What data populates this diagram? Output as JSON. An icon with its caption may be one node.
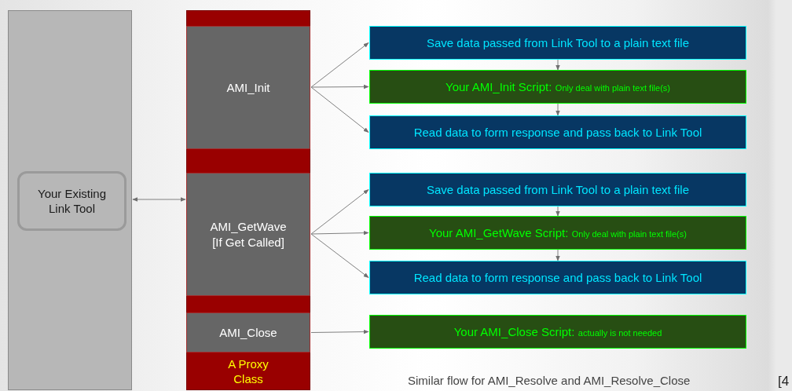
{
  "diagram": {
    "nodes": [
      {
        "text": [],
        "shape": "box"
      },
      {
        "text": [
          "Your Existing Link Tool"
        ],
        "in": 0
      },
      {
        "text": [
          "A Proxy Class"
        ]
      },
      {
        "text": [
          "AMI_Init"
        ],
        "in": 2
      },
      {
        "text": [
          "AMI_GetWave [If Get Called]"
        ],
        "in": 2
      },
      {
        "text": [
          "AMI_Close"
        ],
        "in": 2
      },
      {
        "text": [
          "Save data passed from Link Tool to a plain text file"
        ]
      },
      {
        "text": [
          "Your AMI_Init Script:",
          "Only deal with plain text file(s)"
        ]
      },
      {
        "text": [
          "Read data to form response and pass back to Link Tool"
        ]
      },
      {
        "text": [
          "Save data passed from Link Tool to a plain text file"
        ]
      },
      {
        "text": [
          "Your AMI_GetWave Script:",
          "Only deal with plain text file(s)"
        ]
      },
      {
        "text": [
          "Read data to form response and pass back to Link Tool"
        ]
      },
      {
        "text": [
          "Your AMI_Close Script:",
          "actually is not needed"
        ]
      }
    ],
    "edges": [
      {
        "from": 0,
        "to": 4,
        "arrow": "both"
      },
      {
        "from": 3,
        "to": 6,
        "arrow": "to"
      },
      {
        "from": 3,
        "to": 7,
        "arrow": "to"
      },
      {
        "from": 3,
        "to": 8,
        "arrow": "to"
      },
      {
        "from": 6,
        "to": 7,
        "arrow": "to"
      },
      {
        "from": 7,
        "to": 8,
        "arrow": "to"
      },
      {
        "from": 4,
        "to": 9,
        "arrow": "to"
      },
      {
        "from": 4,
        "to": 10,
        "arrow": "to"
      },
      {
        "from": 4,
        "to": 11,
        "arrow": "to"
      },
      {
        "from": 9,
        "to": 10,
        "arrow": "to"
      },
      {
        "from": 10,
        "to": 11,
        "arrow": "to"
      },
      {
        "from": 5,
        "to": 12,
        "arrow": "to"
      }
    ],
    "labels": [
      "Similar flow for AMI_Resolve and AMI_Resolve_Close",
      "[4"
    ]
  }
}
